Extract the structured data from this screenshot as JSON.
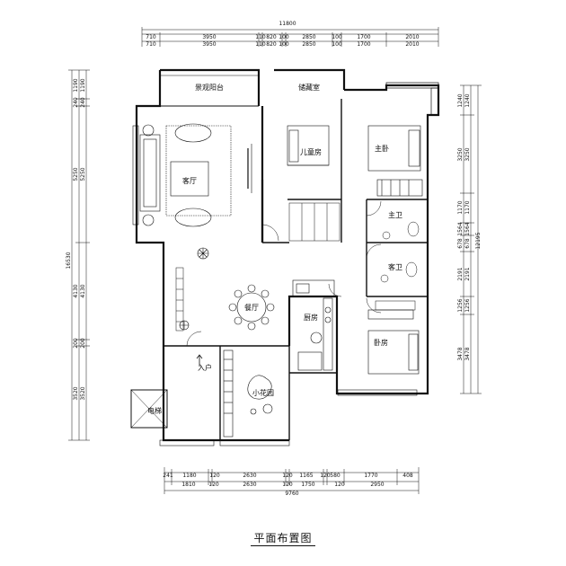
{
  "drawing": {
    "caption": "平面布置图",
    "top_dims": {
      "overall": "11800",
      "row1": [
        "710",
        "3950",
        "110",
        "820",
        "100",
        "2850",
        "100",
        "1700",
        "2010"
      ],
      "row2": [
        "710",
        "3950",
        "110",
        "820",
        "100",
        "2850",
        "100",
        "1700",
        "2010"
      ]
    },
    "bottom_dims": {
      "row1": [
        "241",
        "1180",
        "120",
        "2630",
        "120",
        "1165",
        "120",
        "580",
        "1770",
        "408"
      ],
      "row2": [
        "1810",
        "120",
        "2630",
        "120",
        "1750",
        "120",
        "2950"
      ],
      "overall": "9760"
    },
    "left_dims": {
      "overall": "16530",
      "row1": [
        "1190",
        "240",
        "5250",
        "4130",
        "200",
        "3520"
      ],
      "row2": [
        "1190",
        "240",
        "5250",
        "4130",
        "200",
        "3520"
      ]
    },
    "right_dims": {
      "overall": "12195",
      "row1": [
        "1240",
        "3250",
        "1170",
        "1564",
        "678",
        "2191",
        "1256",
        "3478"
      ],
      "row2": [
        "1240",
        "3250",
        "1170",
        "1564",
        "678",
        "2191",
        "1256",
        "3478"
      ]
    },
    "rooms": {
      "balcony_top": "景观阳台",
      "living": "客厅",
      "study": "储藏室",
      "child_bedroom": "儿童房",
      "master_bedroom": "主卧",
      "bath_main": "主卫",
      "bath_guest": "客卫",
      "dining": "餐厅",
      "kitchen": "厨房",
      "bedroom2": "卧房",
      "garden": "小花园",
      "entrance": "入户",
      "elevator": "电梯"
    }
  }
}
